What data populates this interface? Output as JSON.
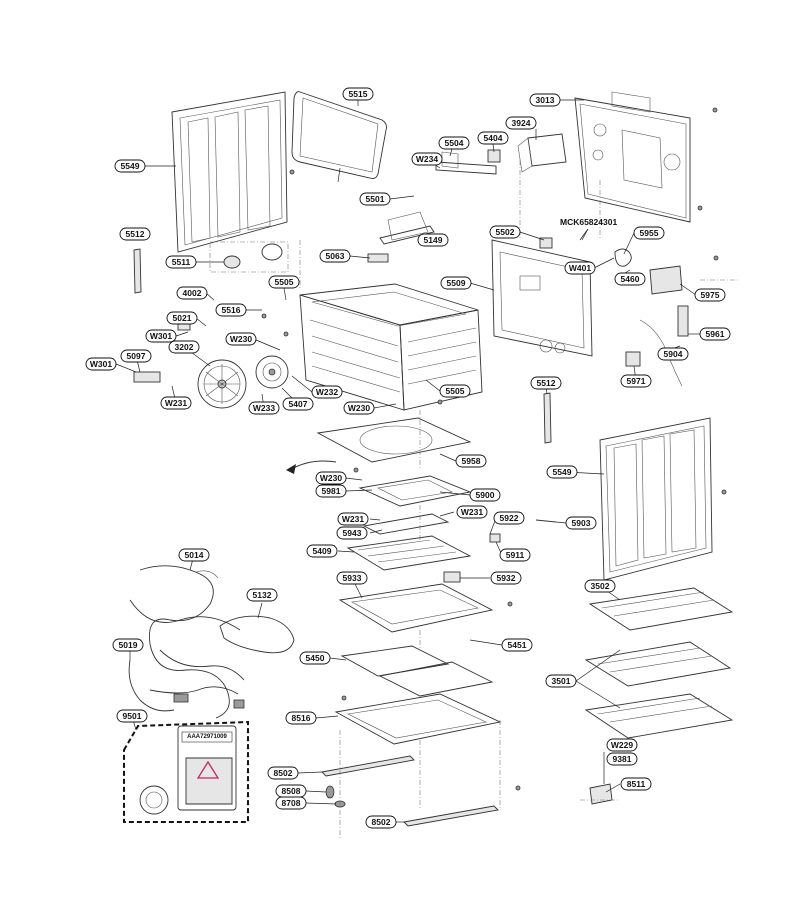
{
  "diagram": {
    "kit_code": "AAA72971009",
    "callout_pointer": "MCK65824301",
    "callouts": [
      "5515",
      "5549",
      "3013",
      "3924",
      "5404",
      "5504",
      "W234",
      "5501",
      "MCK65824301",
      "5512",
      "5149",
      "5502",
      "5955",
      "5063",
      "5511",
      "W401",
      "5460",
      "5509",
      "5975",
      "5505",
      "4002",
      "5516",
      "5021",
      "W230",
      "W301",
      "5961",
      "3202",
      "5097",
      "W301",
      "5904",
      "W232",
      "5505",
      "5971",
      "W231",
      "W233",
      "5407",
      "W230",
      "5512",
      "5958",
      "5549",
      "W230",
      "5981",
      "5900",
      "W231",
      "W231",
      "5922",
      "5903",
      "5943",
      "5409",
      "5911",
      "5014",
      "5933",
      "5932",
      "3502",
      "5132",
      "5451",
      "5019",
      "5450",
      "3501",
      "9501",
      "8516",
      "W229",
      "9381",
      "8502",
      "8511",
      "8508",
      "8708",
      "8502"
    ]
  }
}
